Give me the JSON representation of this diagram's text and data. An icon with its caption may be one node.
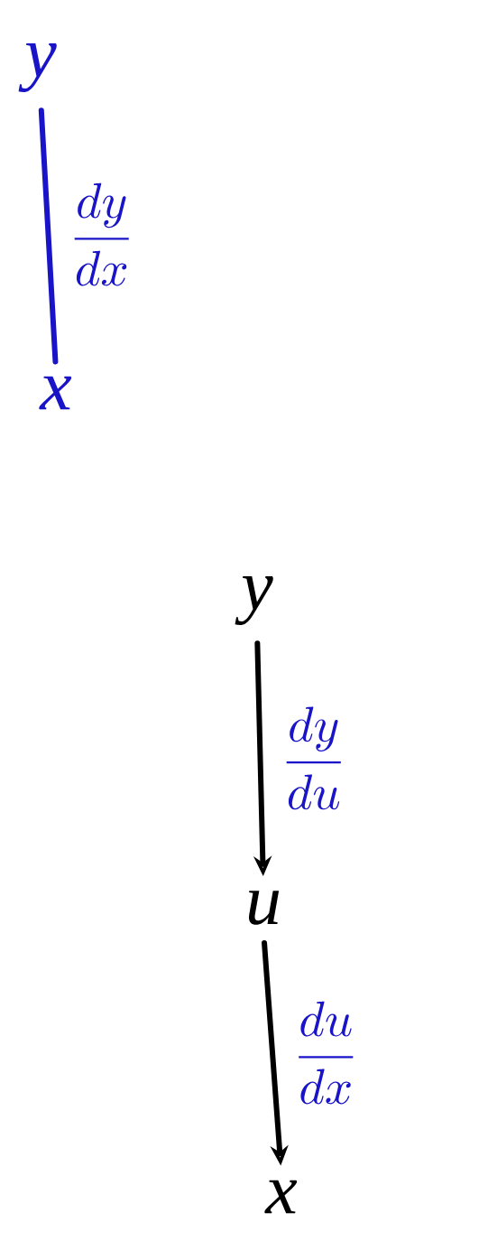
{
  "diagram": {
    "nodes": [
      {
        "text": [
          "y"
        ]
      },
      {
        "text": [
          "x"
        ]
      },
      {
        "text": [
          "y"
        ]
      },
      {
        "text": [
          "u"
        ]
      },
      {
        "text": [
          "x"
        ]
      }
    ],
    "edges": [
      {
        "from": 0,
        "to": 1,
        "arrow": "none",
        "label": "\\frac{dy}{dx}",
        "color": "#1a14c8"
      },
      {
        "from": 2,
        "to": 3,
        "arrow": "to",
        "label": "\\frac{dy}{du}"
      },
      {
        "from": 3,
        "to": 4,
        "arrow": "to",
        "label": "\\frac{du}{dx}"
      }
    ]
  }
}
